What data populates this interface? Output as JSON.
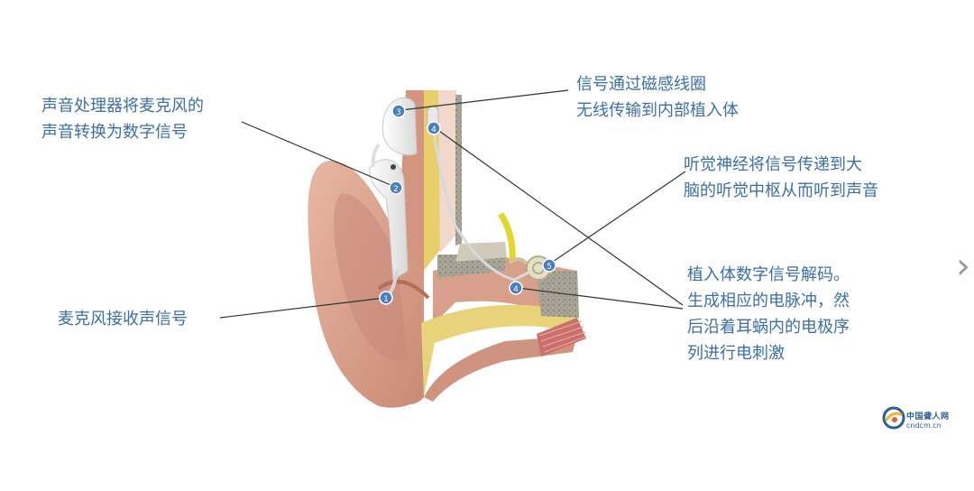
{
  "labels": {
    "processor": "声音处理器将麦克风的\n声音转换为数字信号",
    "microphone": "麦克风接收声信号",
    "coil": "信号通过磁感线圈\n无线传输到内部植入体",
    "nerve": "听觉神经将信号传递到大\n脑的听觉中枢从而听到声音",
    "implant": "植入体数字信号解码。\n生成相应的电脉冲，然\n后沿着耳蜗内的电极序\n列进行电刺激"
  },
  "markers": [
    "1",
    "2",
    "3",
    "4",
    "4",
    "5"
  ],
  "navigation": {
    "prev": "‹",
    "next": "›"
  },
  "logo": {
    "name_cn": "中国聋人网",
    "domain": "cndcm.cn"
  },
  "colors": {
    "label_text": "#3b6fa8",
    "marker_fill": "#4a7fc1",
    "leader_line": "#333333",
    "skin": "#d9a08a",
    "device": "#f2f2f2",
    "bone": "#9c9a90",
    "fat": "#e9d56a",
    "nerve": "#e3d62e",
    "muscle": "#c9706a"
  }
}
